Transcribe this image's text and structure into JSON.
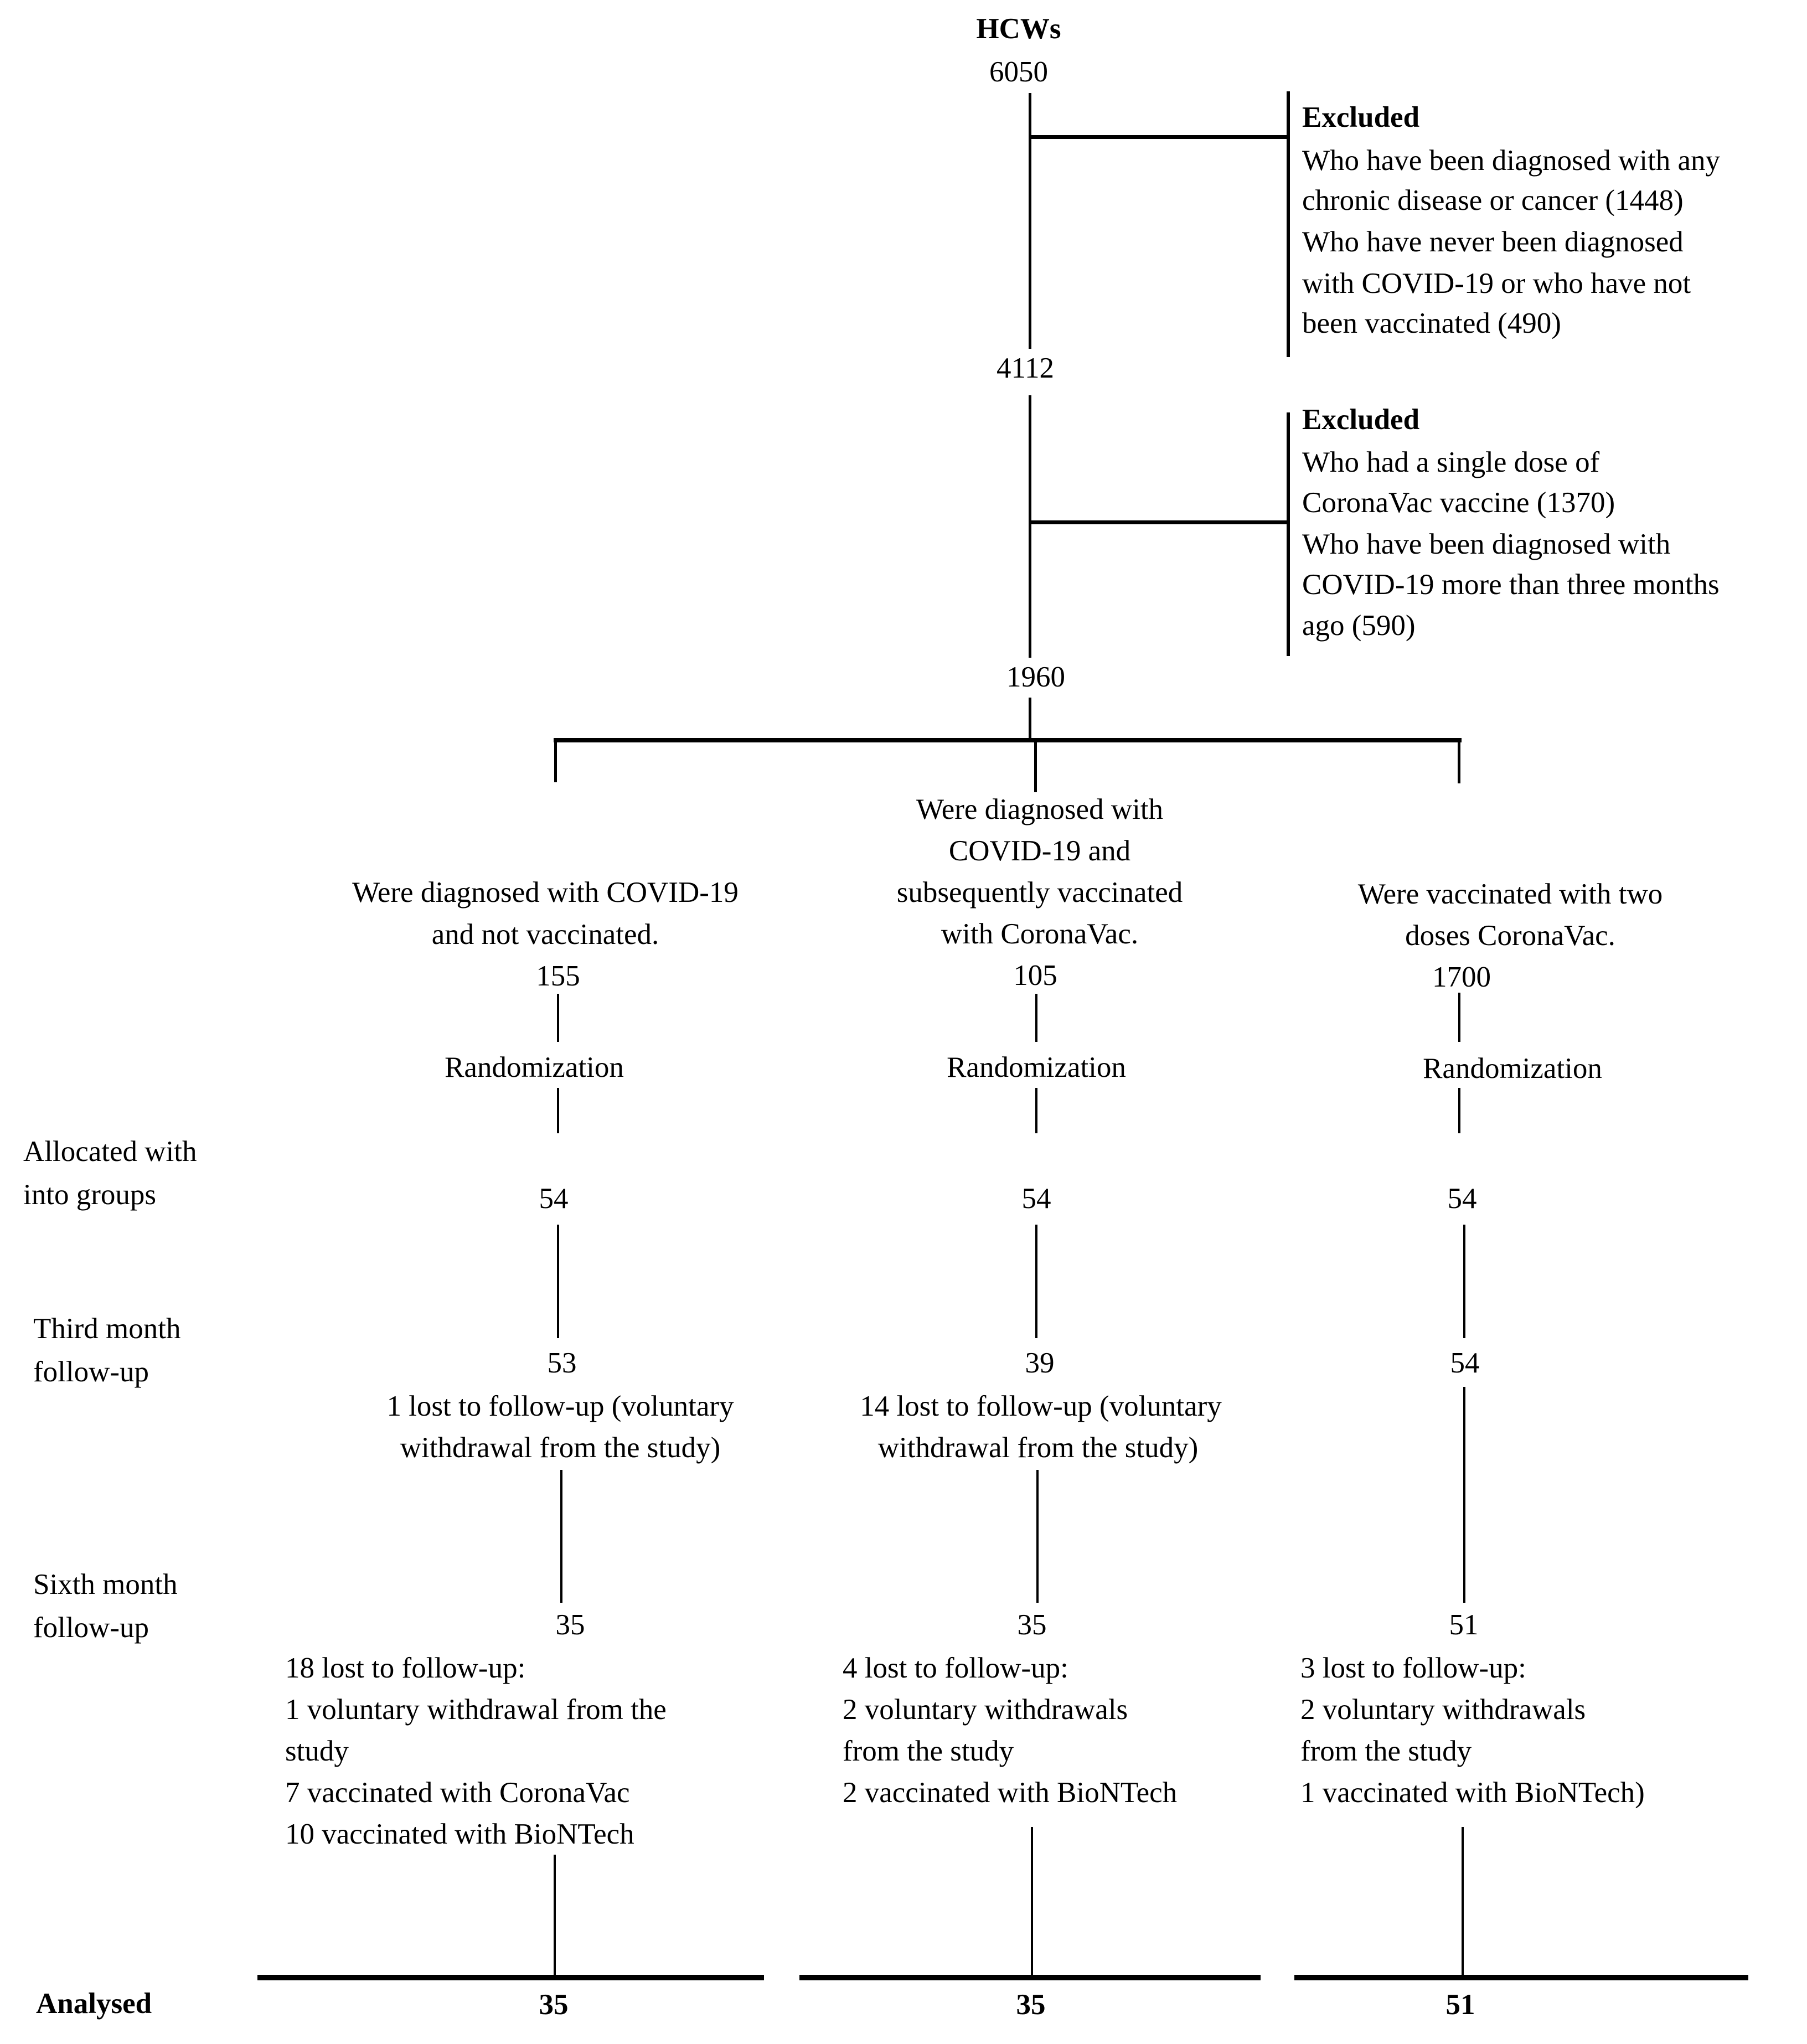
{
  "colors": {
    "ink": "#000000",
    "background": "#ffffff"
  },
  "flow": {
    "top": {
      "label": "HCWs",
      "count": "6050"
    },
    "exclusion1": {
      "heading": "Excluded",
      "lines": [
        "Who have been diagnosed with any",
        "chronic disease or cancer (1448)",
        "Who have never been diagnosed",
        "with COVID-19 or who have not",
        "been vaccinated (490)"
      ]
    },
    "count_after_exclusion1": "4112",
    "exclusion2": {
      "heading": "Excluded",
      "lines": [
        "Who had a single dose of",
        "CoronaVac vaccine (1370)",
        "Who have been diagnosed with",
        "COVID-19 more than three months",
        "ago (590)"
      ]
    },
    "count_after_exclusion2": "1960",
    "row_labels": {
      "allocated": [
        "Allocated with",
        "into groups"
      ],
      "third_month": [
        "Third month",
        "follow-up"
      ],
      "sixth_month": [
        "Sixth month",
        "follow-up"
      ],
      "analysed": "Analysed"
    },
    "columns": [
      {
        "name": "group-1",
        "label_lines": [
          "Were diagnosed with COVID-19",
          "and not vaccinated."
        ],
        "count": "155",
        "randomization_label": "Randomization",
        "allocated_count": "54",
        "third_month_count": "53",
        "third_month_note_lines": [
          "1 lost to follow-up (voluntary",
          "withdrawal from the study)"
        ],
        "sixth_month_count": "35",
        "sixth_month_note_lines": [
          "18 lost to follow-up:",
          "1 voluntary withdrawal from the",
          "study",
          "7 vaccinated with CoronaVac",
          "10 vaccinated with BioNTech"
        ],
        "analysed_count": "35"
      },
      {
        "name": "group-2",
        "label_lines": [
          "Were diagnosed with",
          "COVID-19 and",
          "subsequently vaccinated",
          "with CoronaVac."
        ],
        "count": "105",
        "randomization_label": "Randomization",
        "allocated_count": "54",
        "third_month_count": "39",
        "third_month_note_lines": [
          "14 lost to follow-up (voluntary",
          "withdrawal from the study)"
        ],
        "sixth_month_count": "35",
        "sixth_month_note_lines": [
          "4 lost to follow-up:",
          "2 voluntary withdrawals",
          "from the study",
          "2 vaccinated with BioNTech"
        ],
        "analysed_count": "35"
      },
      {
        "name": "group-3",
        "label_lines": [
          "Were vaccinated with two",
          "doses CoronaVac."
        ],
        "count": "1700",
        "randomization_label": "Randomization",
        "allocated_count": "54",
        "third_month_count": "54",
        "sixth_month_count": "51",
        "sixth_month_note_lines": [
          "3 lost to follow-up:",
          "2 voluntary withdrawals",
          "from the study",
          "1 vaccinated with BioNTech)"
        ],
        "analysed_count": "51"
      }
    ]
  }
}
